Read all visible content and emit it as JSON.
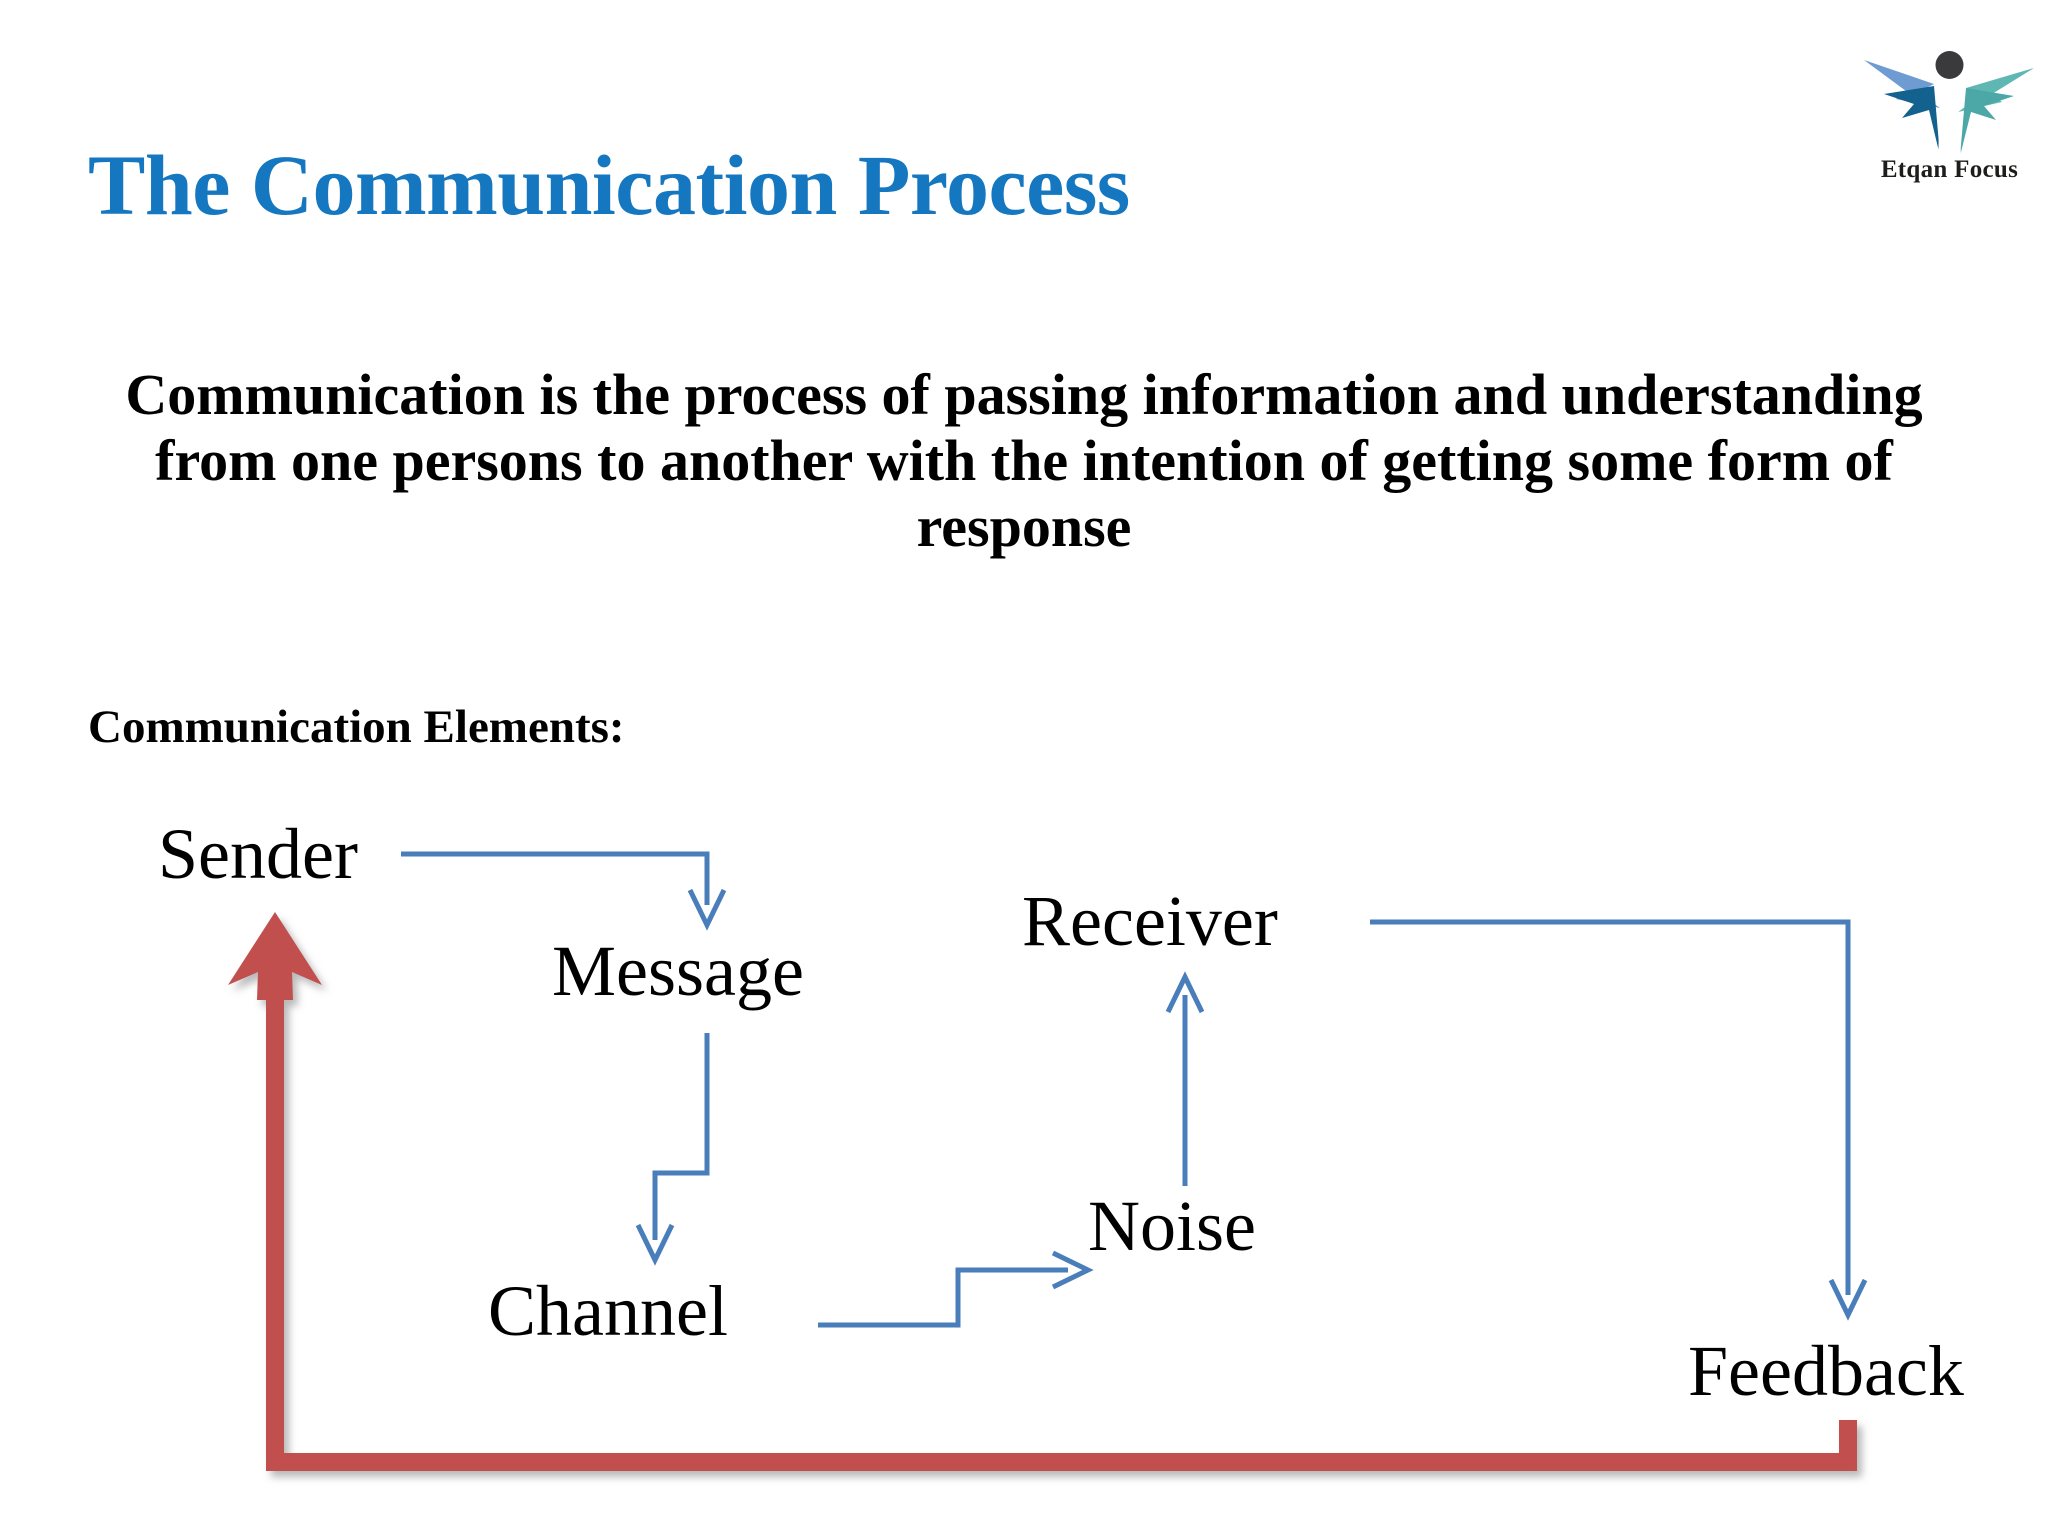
{
  "slide": {
    "title": "The Communication Process",
    "body_paragraph": "Communication is the process of passing information and understanding from one persons to another with the intention of getting some form of response",
    "elements_heading": "Communication Elements:",
    "background_color": "#ffffff"
  },
  "logo": {
    "name": "Etqan Focus",
    "wing_left_light_color": "#6E9BD1",
    "wing_left_dark_color": "#12618F",
    "wing_right_color": "#5FB7B4",
    "body_color": "#4BA8A6",
    "head_color": "#3A3A3C",
    "text_color": "#1d1d1b"
  },
  "diagram": {
    "type": "flow",
    "line_color_primary": "#4A7EBB",
    "line_color_feedback": "#C0504D",
    "nodes": [
      {
        "id": "sender",
        "label": "Sender"
      },
      {
        "id": "message",
        "label": "Message"
      },
      {
        "id": "channel",
        "label": "Channel"
      },
      {
        "id": "noise",
        "label": "Noise"
      },
      {
        "id": "receiver",
        "label": "Receiver"
      },
      {
        "id": "feedback",
        "label": "Feedback"
      }
    ],
    "edges": [
      {
        "from": "sender",
        "to": "message",
        "color": "#4A7EBB",
        "style": "elbow-down"
      },
      {
        "from": "message",
        "to": "channel",
        "color": "#4A7EBB",
        "style": "elbow-down"
      },
      {
        "from": "channel",
        "to": "noise",
        "color": "#4A7EBB",
        "style": "step-right-up"
      },
      {
        "from": "noise",
        "to": "receiver",
        "color": "#4A7EBB",
        "style": "straight-up"
      },
      {
        "from": "receiver",
        "to": "feedback",
        "color": "#4A7EBB",
        "style": "elbow-down"
      },
      {
        "from": "feedback",
        "to": "sender",
        "color": "#C0504D",
        "style": "thick-loop-left-up"
      }
    ]
  },
  "colors": {
    "title_blue": "#1577C0",
    "arrow_blue": "#4A7EBB",
    "feedback_red": "#C0504D",
    "text_black": "#000000"
  }
}
